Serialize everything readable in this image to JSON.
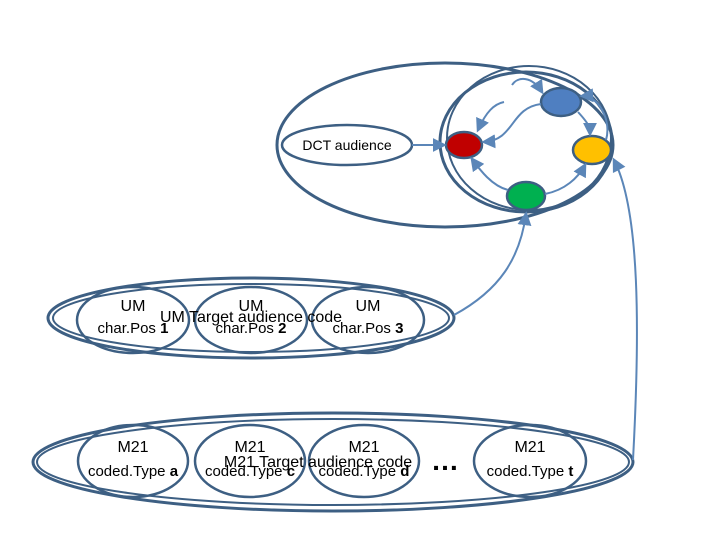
{
  "colors": {
    "outline": "#3d5f83",
    "arrow": "#5b86b8",
    "node_red": "#c00000",
    "node_blue": "#4f7fc1",
    "node_yellow": "#ffc000",
    "node_green": "#00b050"
  },
  "dct": {
    "label": "DCT audience"
  },
  "um_set": {
    "label": "UM Target audience code",
    "items": [
      {
        "line1": "UM",
        "line2_prefix": "char.Pos ",
        "line2_num": "1"
      },
      {
        "line1": "UM",
        "line2_prefix": "char.Pos ",
        "line2_num": "2"
      },
      {
        "line1": "UM",
        "line2_prefix": "char.Pos ",
        "line2_num": "3"
      }
    ]
  },
  "m21_set": {
    "label": "M21 Target audience code",
    "ellipsis": "…",
    "items": [
      {
        "line1": "M21",
        "line2_prefix": "coded.Type ",
        "line2_letter": "a"
      },
      {
        "line1": "M21",
        "line2_prefix": "coded.Type ",
        "line2_letter": "c"
      },
      {
        "line1": "M21",
        "line2_prefix": "coded.Type ",
        "line2_letter": "d"
      },
      {
        "line1": "M21",
        "line2_prefix": "coded.Type ",
        "line2_letter": "t"
      }
    ]
  }
}
